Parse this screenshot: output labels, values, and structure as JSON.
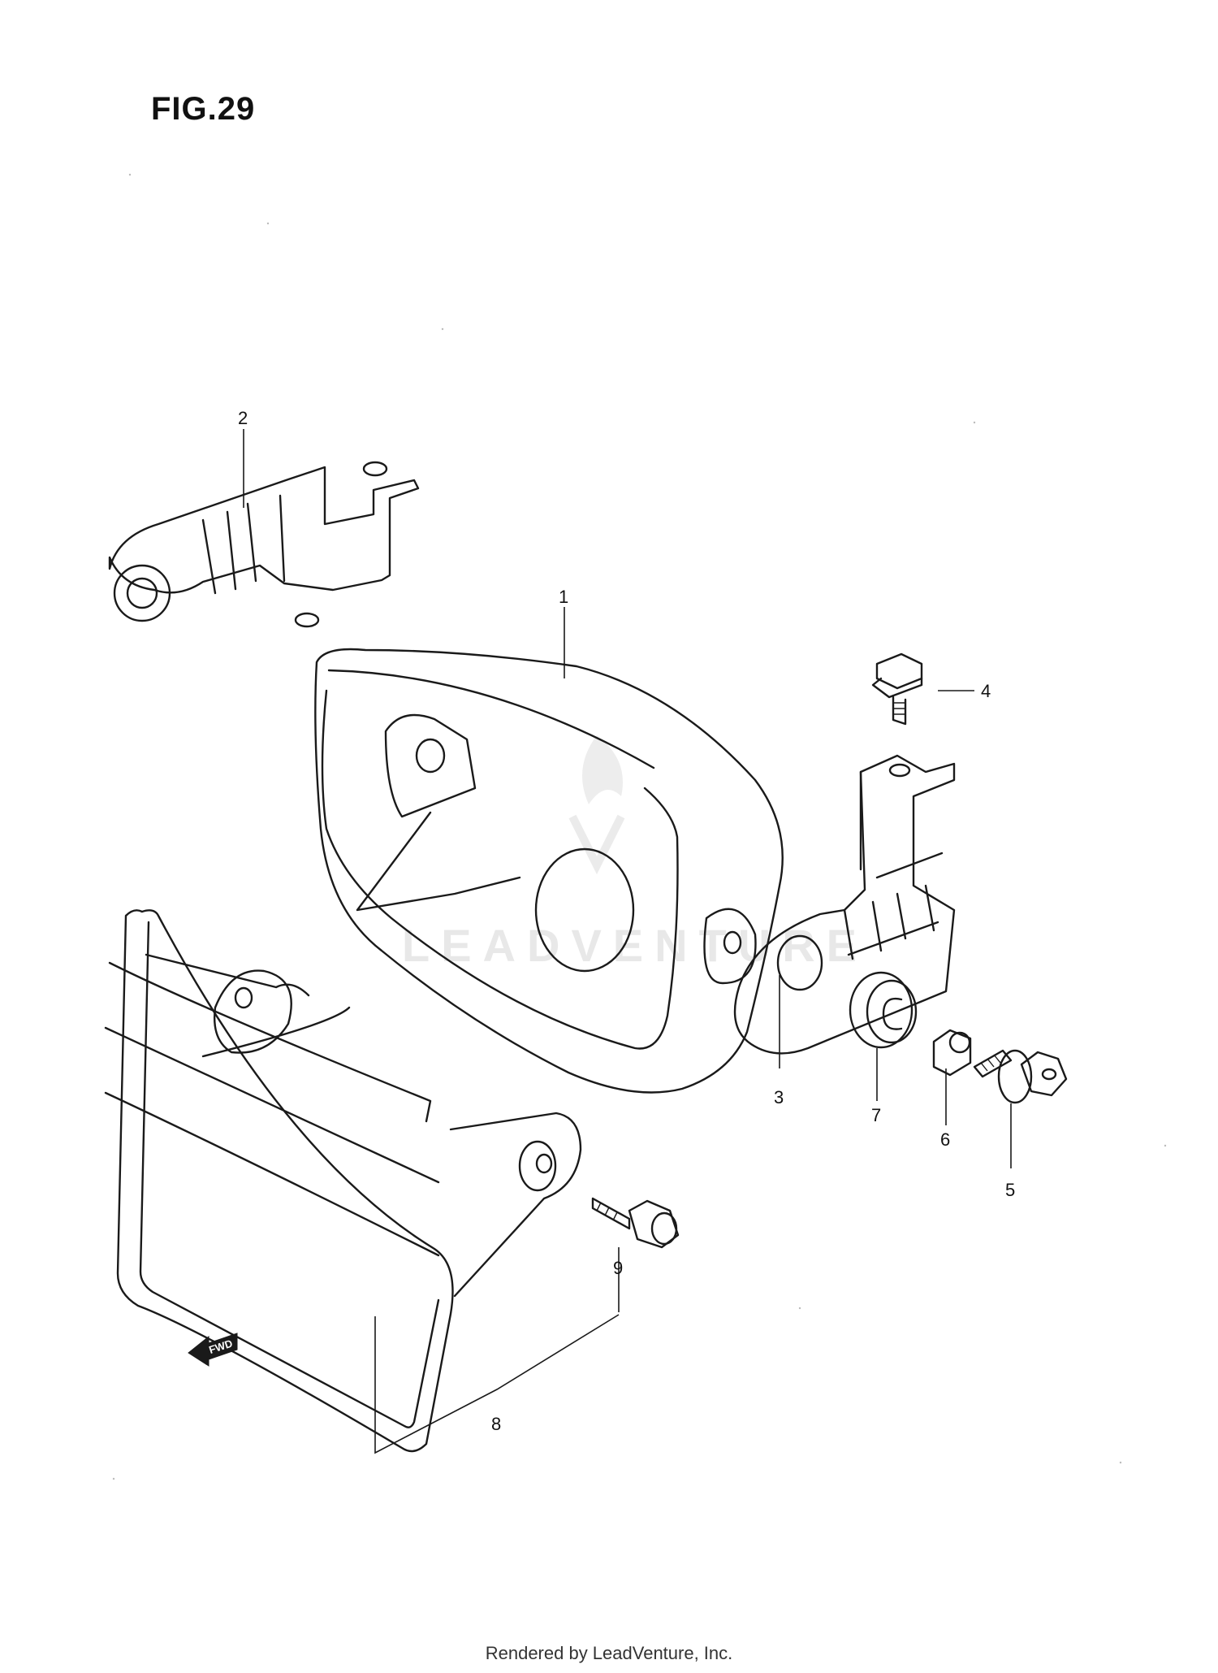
{
  "figure": {
    "title": "FIG.29"
  },
  "callouts": [
    {
      "id": "1",
      "label": "1"
    },
    {
      "id": "2",
      "label": "2"
    },
    {
      "id": "3",
      "label": "3"
    },
    {
      "id": "4",
      "label": "4"
    },
    {
      "id": "5",
      "label": "5"
    },
    {
      "id": "6",
      "label": "6"
    },
    {
      "id": "7",
      "label": "7"
    },
    {
      "id": "8",
      "label": "8"
    },
    {
      "id": "9",
      "label": "9"
    }
  ],
  "direction_arrow": {
    "label": "FWD"
  },
  "watermark": {
    "text": "LEADVENTURE"
  },
  "footer": {
    "text": "Rendered by LeadVenture, Inc."
  }
}
